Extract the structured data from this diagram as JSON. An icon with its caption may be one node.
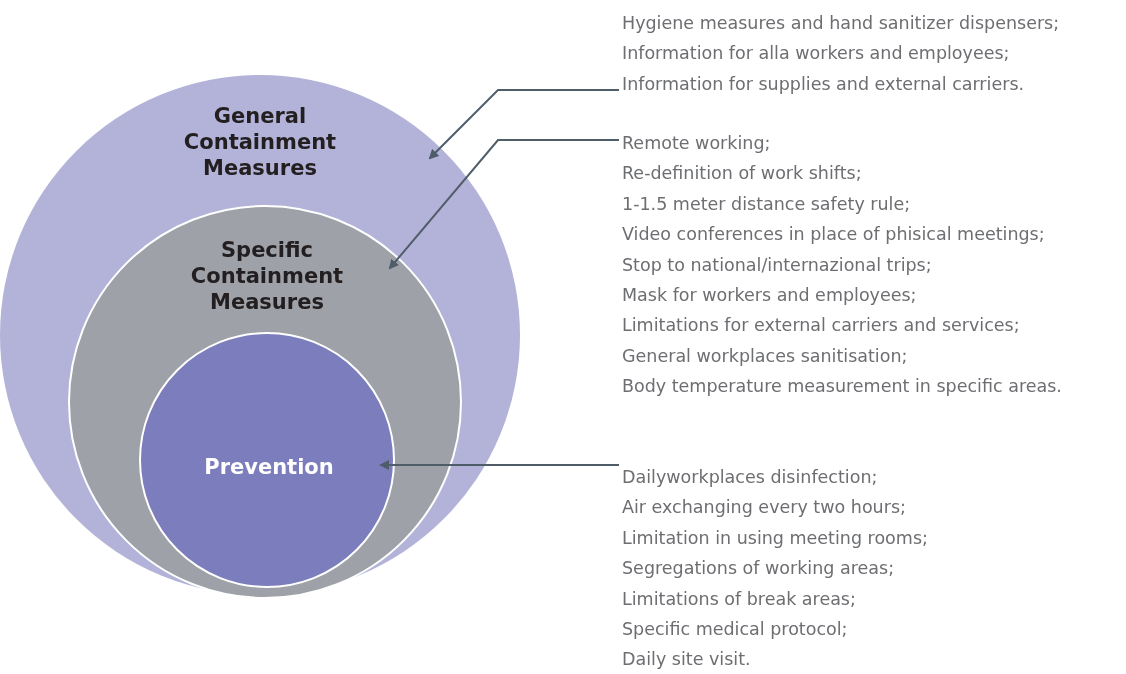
{
  "diagram": {
    "nodes": [
      {
        "text": [
          "General Containment Measures"
        ]
      },
      {
        "text": [
          "Specific Containment Measures"
        ],
        "in": 0
      },
      {
        "text": [
          "Prevention"
        ],
        "in": 1
      },
      {
        "text": [
          "Hygiene measures and hand sanitizer dispensers;",
          "Information for alla workers and employees;",
          "Information for supplies and external carriers."
        ]
      },
      {
        "text": [
          "Remote working;",
          "Re-definition of work shifts;",
          "1-1.5 meter distance safety rule;",
          "Video conferences in place of phisical meetings;",
          "Stop to national/internazional trips;",
          "Mask for workers and employees;",
          "Limitations for external carriers and services;",
          "General workplaces sanitisation;",
          "Body temperature measurement in specific areas."
        ]
      },
      {
        "text": [
          "Dailyworkplaces disinfection;",
          "Air exchanging every two hours;",
          "Limitation in using meeting rooms;",
          "Segregations of working areas;",
          "Limitations of break areas;",
          "Specific medical protocol;",
          "Daily site visit."
        ]
      }
    ],
    "edges": [
      {
        "from": 3,
        "to": 0,
        "arrow": "to"
      },
      {
        "from": 4,
        "to": 1,
        "arrow": "to"
      },
      {
        "from": 5,
        "to": 2,
        "arrow": "to"
      }
    ]
  }
}
